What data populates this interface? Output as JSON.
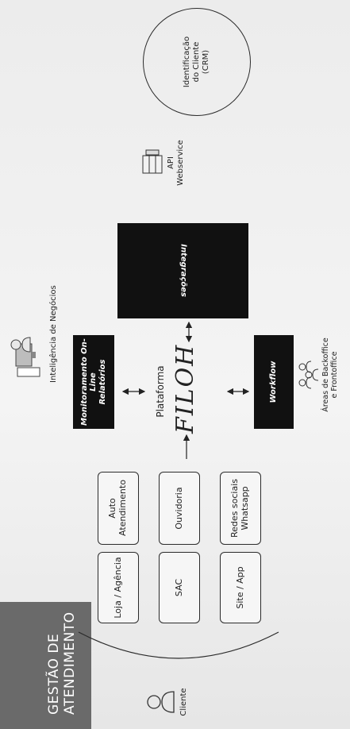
{
  "header": {
    "title_line1": "GESTÃO DE",
    "title_line2": "ATENDIMENTO"
  },
  "client": {
    "label": "Cliente",
    "icon": "person-icon"
  },
  "channels": [
    {
      "label": "Loja / Agência"
    },
    {
      "label": "Auto Atendimento"
    },
    {
      "label": "SAC"
    },
    {
      "label": "Ouvidoria"
    },
    {
      "label": "Site / App"
    },
    {
      "label": "Redes sociais Whatsapp"
    }
  ],
  "platform": {
    "label": "Plataforma",
    "logo_text": "FILOH"
  },
  "business_intelligence": {
    "label": "Inteligência de Negócios",
    "icon": "computer-users-icon"
  },
  "monitoring_box": {
    "line1": "Monitoramento On-Line",
    "line2": "Relatórios"
  },
  "workflow_box": {
    "label": "Workflow"
  },
  "backoffice": {
    "line1": "Áreas de Backoffice",
    "line2": "e Frontoffice",
    "icon": "group-icon"
  },
  "integrations_box": {
    "label": "Integrações"
  },
  "api": {
    "line1": "API",
    "line2": "Webservice",
    "icon": "server-icon"
  },
  "crm": {
    "line1": "Identificação",
    "line2": "do Cliente",
    "line3": "(CRM)"
  },
  "colors": {
    "dark_box": "#111111",
    "banner": "#6a6a6a",
    "line": "#2b2b2b"
  }
}
